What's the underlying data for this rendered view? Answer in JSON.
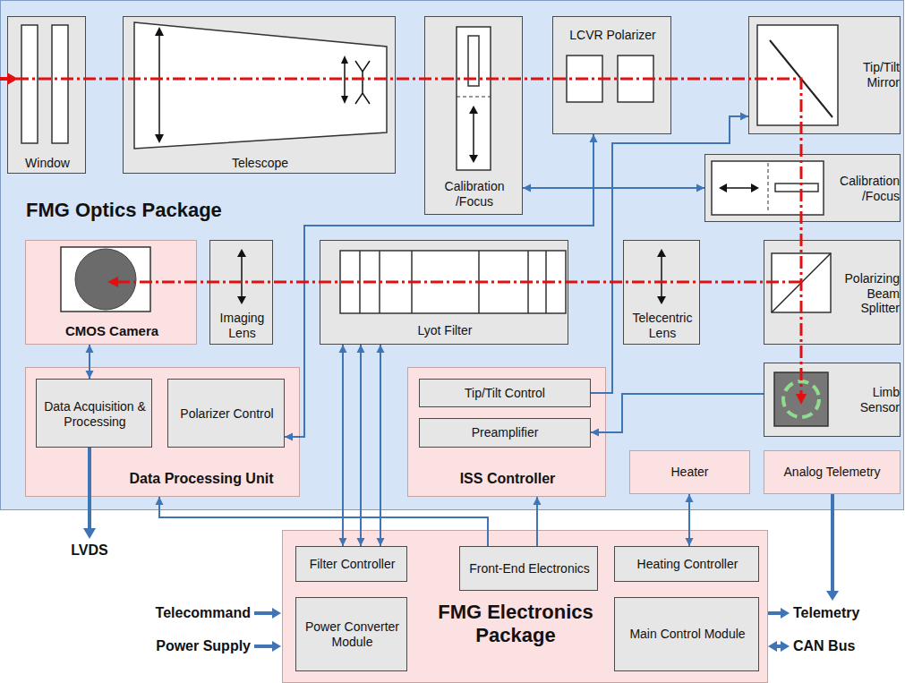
{
  "diagram": {
    "nodes": [
      {
        "text": [
          "FMG Optics Package"
        ]
      },
      {
        "text": [
          "Window"
        ],
        "in": 0
      },
      {
        "text": [
          "Telescope"
        ],
        "in": 0
      },
      {
        "text": [
          "Calibration /Focus"
        ],
        "in": 0
      },
      {
        "text": [
          "LCVR Polarizer"
        ],
        "in": 0
      },
      {
        "text": [
          "Tip/Tilt Mirror"
        ],
        "in": 0
      },
      {
        "text": [
          "Calibration /Focus"
        ],
        "in": 0
      },
      {
        "text": [
          "CMOS Camera"
        ],
        "in": 0
      },
      {
        "text": [
          "Imaging Lens"
        ],
        "in": 0
      },
      {
        "text": [
          "Lyot Filter"
        ],
        "in": 0
      },
      {
        "text": [
          "Telecentric Lens"
        ],
        "in": 0
      },
      {
        "text": [
          "Polarizing Beam Splitter"
        ],
        "in": 0
      },
      {
        "text": [
          "Limb Sensor"
        ],
        "in": 0
      },
      {
        "text": [
          "Data Processing Unit"
        ],
        "in": 0
      },
      {
        "text": [
          "Data Acquisition & Processing"
        ],
        "in": 13
      },
      {
        "text": [
          "Polarizer Control"
        ],
        "in": 13
      },
      {
        "text": [
          "ISS Controller"
        ],
        "in": 0
      },
      {
        "text": [
          "Tip/Tilt Control"
        ],
        "in": 16
      },
      {
        "text": [
          "Preamplifier"
        ],
        "in": 16
      },
      {
        "text": [
          "Heater"
        ],
        "in": 0
      },
      {
        "text": [
          "Analog Telemetry"
        ],
        "in": 0
      },
      {
        "text": [
          "FMG Electronics Package"
        ]
      },
      {
        "text": [
          "Filter Controller"
        ],
        "in": 21
      },
      {
        "text": [
          "Front-End Electronics"
        ],
        "in": 21
      },
      {
        "text": [
          "Heating Controller"
        ],
        "in": 21
      },
      {
        "text": [
          "Power Converter Module"
        ],
        "in": 21
      },
      {
        "text": [
          "Main Control Module"
        ],
        "in": 21
      }
    ],
    "edges": [
      {
        "from": 7,
        "to": 14,
        "arrow": "both"
      },
      {
        "from": 15,
        "to": 4,
        "arrow": "both"
      },
      {
        "from": 3,
        "to": 6,
        "arrow": "both"
      },
      {
        "from": 17,
        "to": 5,
        "arrow": "to"
      },
      {
        "from": 12,
        "to": 18,
        "arrow": "to"
      },
      {
        "from": 9,
        "to": 22,
        "arrow": "both"
      },
      {
        "from": 9,
        "to": 22,
        "arrow": "both"
      },
      {
        "from": 9,
        "to": 22,
        "arrow": "both"
      },
      {
        "from": 23,
        "to": 16,
        "arrow": "to"
      },
      {
        "from": 23,
        "to": 13,
        "arrow": "to"
      },
      {
        "from": 24,
        "to": 19,
        "arrow": "both"
      }
    ],
    "labels": [
      "LVDS",
      "Telecommand",
      "Power Supply",
      "Telemetry",
      "CAN Bus"
    ]
  }
}
